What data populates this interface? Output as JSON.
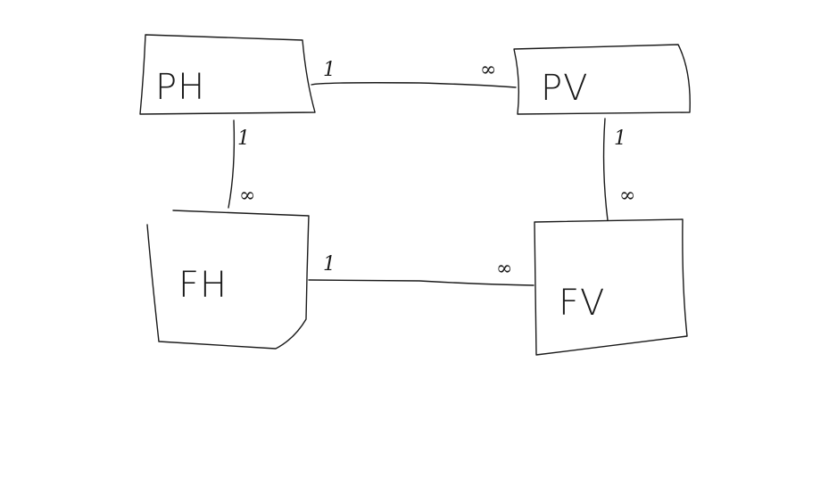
{
  "entities": {
    "ph": {
      "label": "PH"
    },
    "pv": {
      "label": "PV"
    },
    "fh": {
      "label": "FH"
    },
    "fv": {
      "label": "FV"
    }
  },
  "relations": {
    "ph_pv": {
      "from": "PH",
      "to": "PV",
      "from_card": "1",
      "to_card": "∞"
    },
    "ph_fh": {
      "from": "PH",
      "to": "FH",
      "from_card": "1",
      "to_card": "∞"
    },
    "fh_fv": {
      "from": "FH",
      "to": "FV",
      "from_card": "1",
      "to_card": "∞"
    },
    "pv_fv": {
      "from": "PV",
      "to": "FV",
      "from_card": "1",
      "to_card": "∞"
    }
  }
}
